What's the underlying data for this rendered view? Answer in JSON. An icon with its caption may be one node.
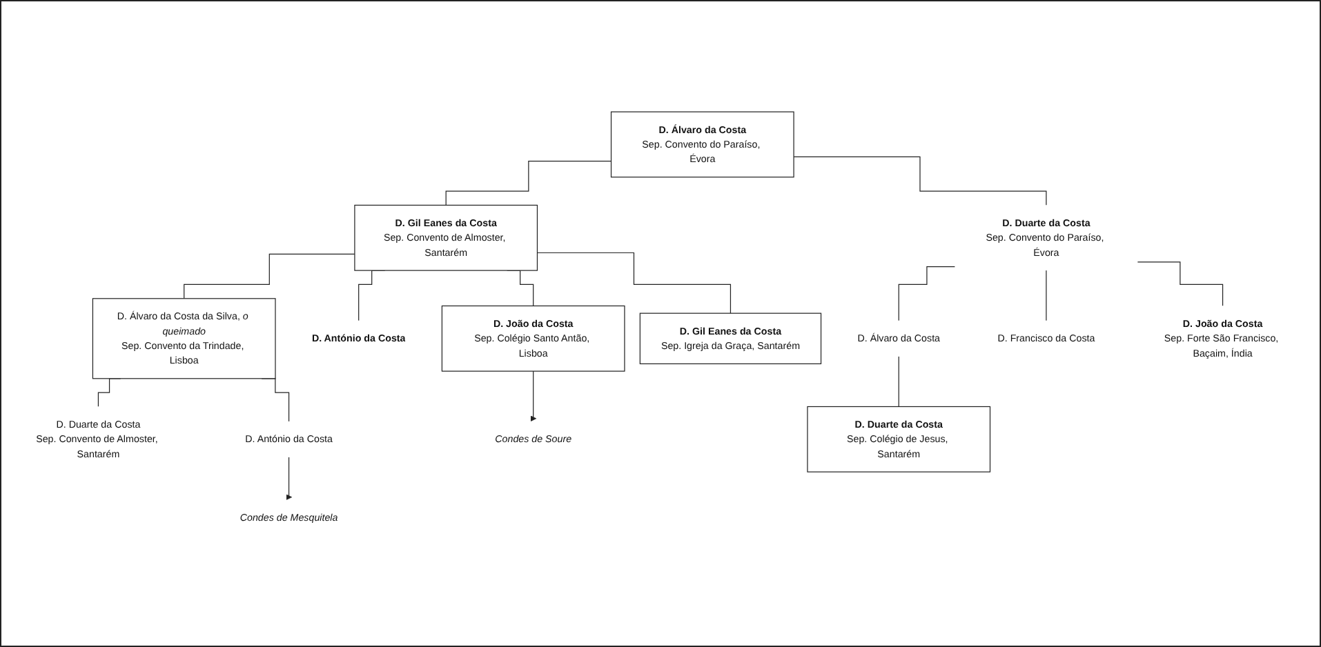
{
  "diagram": {
    "nodes": [
      {
        "text": [
          "D. Álvaro da Costa",
          "Sep. Convento do Paraíso, Évora"
        ]
      },
      {
        "text": [
          "D. Gil Eanes da Costa",
          "Sep. Convento de Almoster, Santarém"
        ]
      },
      {
        "text": [
          "D. Duarte da Costa",
          "Sep. Convento do Paraíso, Évora"
        ]
      },
      {
        "text": [
          "D. Álvaro da Costa da Silva, *o queimado*",
          "Sep. Convento da Trindade, Lisboa"
        ]
      },
      {
        "text": [
          "D. António da Costa"
        ]
      },
      {
        "text": [
          "D. João da Costa",
          "Sep. Colégio Santo Antão, Lisboa"
        ]
      },
      {
        "text": [
          "D. Gil Eanes da Costa",
          "Sep. Igreja da Graça, Santarém"
        ]
      },
      {
        "text": [
          "D. Álvaro da Costa"
        ]
      },
      {
        "text": [
          "D. Francisco da Costa"
        ]
      },
      {
        "text": [
          "D. João da Costa",
          "Sep. Forte São Francisco, Baçaim, Índia"
        ]
      },
      {
        "text": [
          "D. Duarte da Costa",
          "Sep. Convento de Almoster, Santarém"
        ]
      },
      {
        "text": [
          "D. António da Costa"
        ]
      },
      {
        "text": [
          "D. Duarte da Costa",
          "Sep. Colégio de Jesus, Santarém"
        ]
      },
      {
        "text": [
          "Condes de Mesquitela"
        ]
      },
      {
        "text": [
          "Condes de Soure"
        ]
      }
    ],
    "edges": [
      {
        "from": 0,
        "to": 1,
        "arrow": "none"
      },
      {
        "from": 0,
        "to": 2,
        "arrow": "none"
      },
      {
        "from": 1,
        "to": 3,
        "arrow": "none"
      },
      {
        "from": 1,
        "to": 4,
        "arrow": "none"
      },
      {
        "from": 1,
        "to": 5,
        "arrow": "none"
      },
      {
        "from": 1,
        "to": 6,
        "arrow": "none"
      },
      {
        "from": 2,
        "to": 7,
        "arrow": "none"
      },
      {
        "from": 2,
        "to": 8,
        "arrow": "none"
      },
      {
        "from": 2,
        "to": 9,
        "arrow": "none"
      },
      {
        "from": 3,
        "to": 10,
        "arrow": "none"
      },
      {
        "from": 3,
        "to": 11,
        "arrow": "none"
      },
      {
        "from": 5,
        "to": 14,
        "arrow": "to"
      },
      {
        "from": 7,
        "to": 12,
        "arrow": "none"
      },
      {
        "from": 11,
        "to": 13,
        "arrow": "to"
      }
    ]
  }
}
